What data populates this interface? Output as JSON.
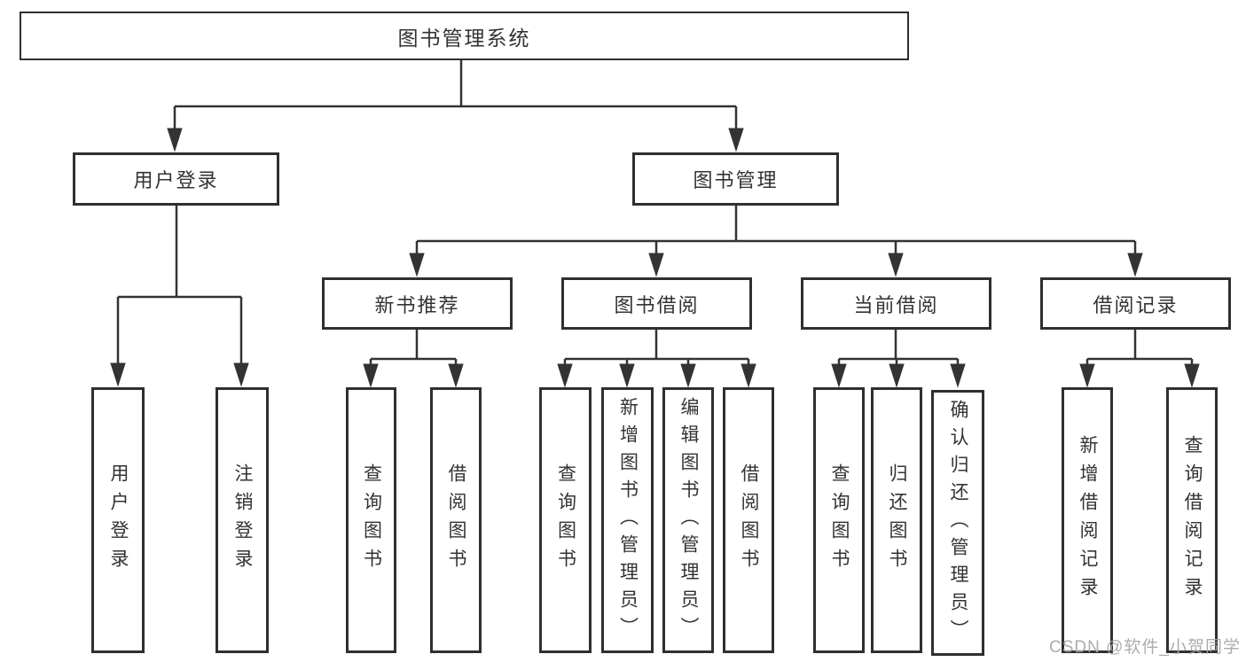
{
  "diagram": {
    "root": {
      "label": "图书管理系统"
    },
    "branches": [
      {
        "label": "用户登录",
        "leaves": [
          {
            "label": "用户登录"
          },
          {
            "label": "注销登录"
          }
        ]
      },
      {
        "label": "图书管理",
        "groups": [
          {
            "label": "新书推荐",
            "leaves": [
              {
                "label": "查询图书"
              },
              {
                "label": "借阅图书"
              }
            ]
          },
          {
            "label": "图书借阅",
            "leaves": [
              {
                "label": "查询图书"
              },
              {
                "label": "新增图书（管理员）"
              },
              {
                "label": "编辑图书（管理员）"
              },
              {
                "label": "借阅图书"
              }
            ]
          },
          {
            "label": "当前借阅",
            "leaves": [
              {
                "label": "查询图书"
              },
              {
                "label": "归还图书"
              },
              {
                "label": "确认归还（管理员）"
              }
            ]
          },
          {
            "label": "借阅记录",
            "leaves": [
              {
                "label": "新增借阅记录"
              },
              {
                "label": "查询借阅记录"
              }
            ]
          }
        ]
      }
    ]
  },
  "watermark": {
    "text": "CSDN @软件_小贺同学"
  },
  "colors": {
    "line": "#333333",
    "box_border": "#2f2f2f",
    "text": "#333333",
    "watermark": "#a5a5a5",
    "background": "#ffffff"
  }
}
